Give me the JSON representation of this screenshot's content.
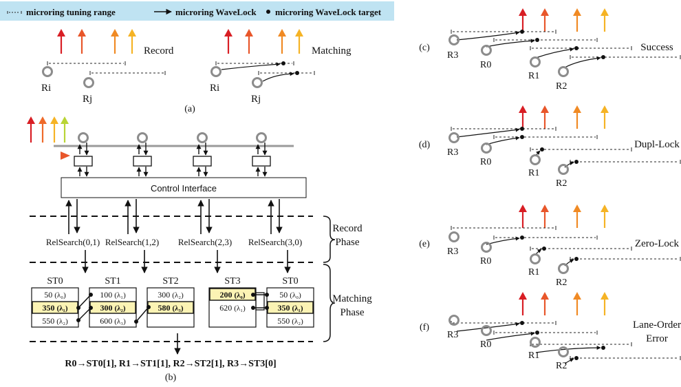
{
  "legend": {
    "tuning_range": "microring tuning range",
    "wavelock": "microring WaveLock",
    "target": "microring WaveLock target"
  },
  "panel_a": {
    "record_label": "Record",
    "matching_label": "Matching",
    "ring_i": "Ri",
    "ring_j": "Rj",
    "caption": "(a)"
  },
  "panel_b": {
    "control_interface": "Control Interface",
    "relsearch": [
      "RelSearch(0,1)",
      "RelSearch(1,2)",
      "RelSearch(2,3)",
      "RelSearch(3,0)"
    ],
    "record_phase": [
      "Record",
      "Phase"
    ],
    "matching_phase": [
      "Matching",
      "Phase"
    ],
    "tables": [
      {
        "name": "ST0",
        "rows": [
          {
            "v": "50",
            "l": "(λ₀)"
          },
          {
            "v": "350",
            "l": "(λ₁)"
          },
          {
            "v": "550",
            "l": "(λ₂)"
          }
        ],
        "highlight": 1
      },
      {
        "name": "ST1",
        "rows": [
          {
            "v": "100",
            "l": "(λ₁)"
          },
          {
            "v": "300",
            "l": "(λ₂)"
          },
          {
            "v": "600",
            "l": "(λ₃)"
          }
        ],
        "highlight": 1
      },
      {
        "name": "ST2",
        "rows": [
          {
            "v": "300",
            "l": "(λ₂)"
          },
          {
            "v": "580",
            "l": "(λ₃)"
          }
        ],
        "highlight": 1
      },
      {
        "name": "ST3",
        "rows": [
          {
            "v": "200",
            "l": "(λ₀)"
          },
          {
            "v": "620",
            "l": "(λ₁)"
          }
        ],
        "highlight": 0
      },
      {
        "name": "ST0",
        "rows": [
          {
            "v": "50",
            "l": "(λ₀)"
          },
          {
            "v": "350",
            "l": "(λ₁)"
          },
          {
            "v": "550",
            "l": "(λ₂)"
          }
        ],
        "highlight": 1
      }
    ],
    "result": "R0→ST0[1], R1→ST1[1], R2→ST2[1], R3→ST3[0]",
    "caption": "(b)"
  },
  "panel_right": [
    {
      "caption": "(c)",
      "label": [
        "Success"
      ]
    },
    {
      "caption": "(d)",
      "label": [
        "Dupl-Lock"
      ]
    },
    {
      "caption": "(e)",
      "label": [
        "Zero-Lock"
      ]
    },
    {
      "caption": "(f)",
      "label": [
        "Lane-Order",
        "Error"
      ]
    }
  ],
  "ring_names": [
    "R3",
    "R0",
    "R1",
    "R2"
  ],
  "colors": {
    "legend_bg": "#bfe3f2",
    "laser": [
      "#d81e24",
      "#e8562a",
      "#f08a24",
      "#f5b325"
    ],
    "laser_multi": [
      "#d81e24",
      "#ee6a2a",
      "#f5b325",
      "#b9d435"
    ],
    "highlight": "#fbf3b4",
    "bus": "#9a9a9a",
    "ring": "#8c8c8c"
  }
}
